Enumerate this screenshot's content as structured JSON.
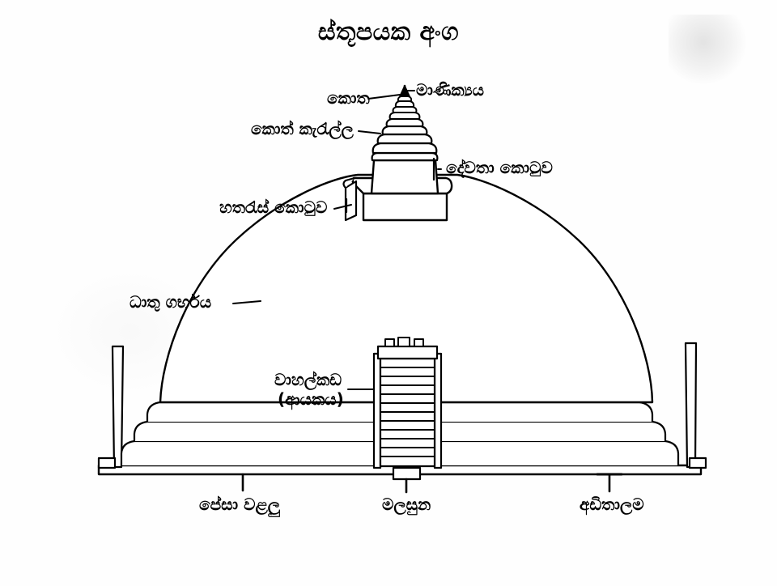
{
  "title": "ස්තූපයක අංග",
  "language": "Sinhala",
  "colors": {
    "ink": "#000000",
    "paper": "#fefefe"
  },
  "labels": {
    "manikyaya": "මාණික්‍යය",
    "kota": "කොත",
    "kot_karalla": "කොත් කැරැල්ල",
    "devata_kotuwa": "දේවතා කොටුව",
    "hatharas_kotuwa": "හතරැස් කොටුව",
    "dhatu_garbhaya": "ධාතු ගර්භය",
    "vahalkada_line1": "වාහල්කඩ",
    "vahalkada_line2": "(ආයකය)",
    "pesa_walalu": "පේසා වළලු",
    "malasuna": "මලසුන",
    "adithalama": "අඩිතාලම"
  },
  "diagram": {
    "type": "labelled-cross-section",
    "subject": "Buddhist stupa (dagaba) elevation",
    "parts": [
      {
        "id": "manikyaya",
        "name": "මාණික්‍යය",
        "role": "crystal finial at apex"
      },
      {
        "id": "kota",
        "name": "කොත",
        "role": "pinnacle tip"
      },
      {
        "id": "kot-karalla",
        "name": "කොත් කැරැල්ල",
        "role": "tiered conical spire rings",
        "ring_count": 8
      },
      {
        "id": "devata-kotuwa",
        "name": "දේවතා කොටුව",
        "role": "cylindrical chamber below spire"
      },
      {
        "id": "hatharas-kotuwa",
        "name": "හතරැස් කොටුව",
        "role": "square chamber / harmika"
      },
      {
        "id": "dhatu-garbhaya",
        "name": "ධාතු ගර්භය",
        "role": "relic dome"
      },
      {
        "id": "vahalkada",
        "name": "වාහල්කඩ (ආයකය)",
        "role": "frontispiece / ayaka",
        "band_count": 12
      },
      {
        "id": "pesa-walalu",
        "name": "පේසා වළලු",
        "role": "three stepped basal terraces",
        "terrace_count": 3
      },
      {
        "id": "malasuna",
        "name": "මලසුන",
        "role": "flower altar"
      },
      {
        "id": "adithalama",
        "name": "අඩිතාලම",
        "role": "foundation platform"
      }
    ]
  }
}
